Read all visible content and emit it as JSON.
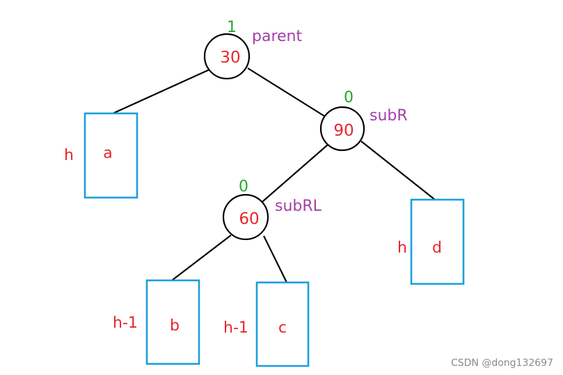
{
  "colors": {
    "node_value": "#e8262b",
    "balance_factor": "#22a72a",
    "role_label": "#a23fa8",
    "subtree_border": "#1a9fdb",
    "edge": "#000000",
    "watermark": "#8a8a8a"
  },
  "nodes": {
    "parent": {
      "value": "30",
      "balance_factor": "1",
      "role": "parent"
    },
    "subR": {
      "value": "90",
      "balance_factor": "0",
      "role": "subR"
    },
    "subRL": {
      "value": "60",
      "balance_factor": "0",
      "role": "subRL"
    }
  },
  "subtrees": {
    "a": {
      "label": "a",
      "height": "h"
    },
    "b": {
      "label": "b",
      "height": "h-1"
    },
    "c": {
      "label": "c",
      "height": "h-1"
    },
    "d": {
      "label": "d",
      "height": "h"
    }
  },
  "watermark": "CSDN @dong132697"
}
